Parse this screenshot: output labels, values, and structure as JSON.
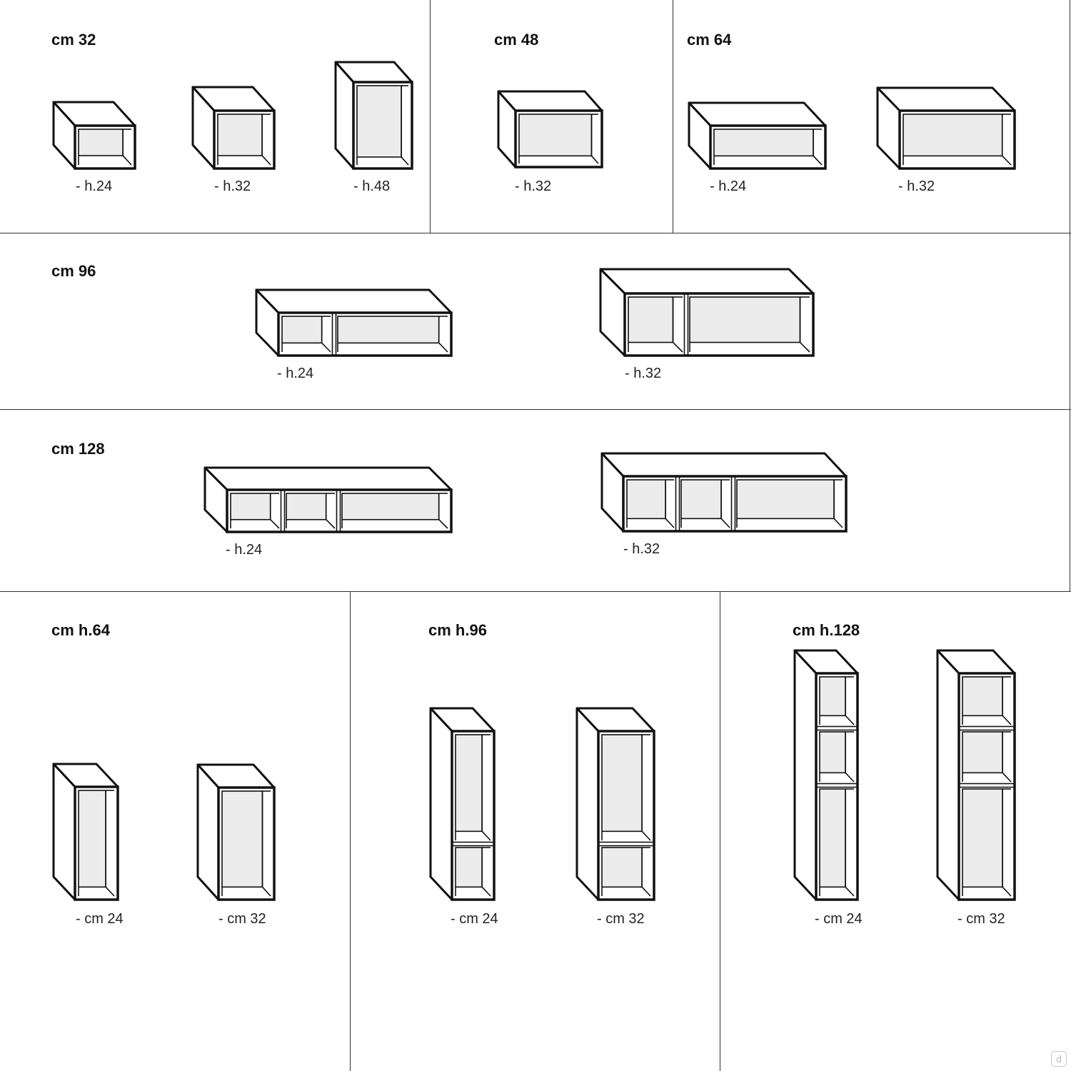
{
  "sections": {
    "w32": {
      "title": "cm 32",
      "labels": [
        "- h.24",
        "- h.32",
        "- h.48"
      ]
    },
    "w48": {
      "title": "cm 48",
      "labels": [
        "- h.32"
      ]
    },
    "w64": {
      "title": "cm 64",
      "labels": [
        "- h.24",
        "- h.32"
      ]
    },
    "w96": {
      "title": "cm 96",
      "labels": [
        "- h.24",
        "- h.32"
      ]
    },
    "w128": {
      "title": "cm 128",
      "labels": [
        "- h.24",
        "- h.32"
      ]
    },
    "h64": {
      "title": "cm h.64",
      "labels": [
        "- cm 24",
        "- cm 32"
      ]
    },
    "h96": {
      "title": "cm h.96",
      "labels": [
        "- cm 24",
        "- cm 32"
      ]
    },
    "h128": {
      "title": "cm h.128",
      "labels": [
        "- cm 24",
        "- cm 32"
      ]
    }
  },
  "brand_icon": "d",
  "colors": {
    "line": "#111111",
    "open_face": "#ececec",
    "background": "#ffffff"
  }
}
